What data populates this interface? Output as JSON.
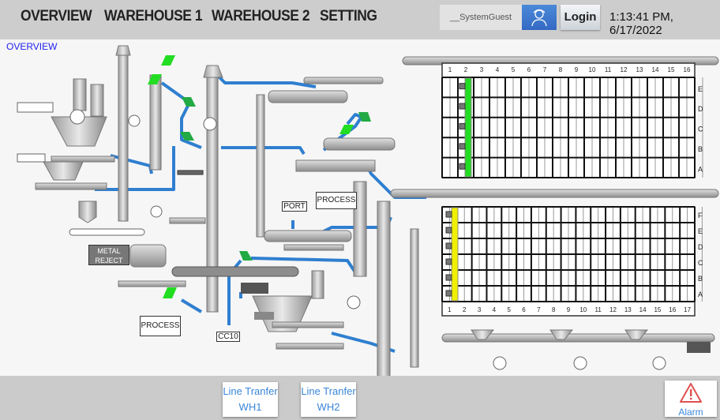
{
  "header": {
    "nav": [
      {
        "label": "OVERVIEW"
      },
      {
        "label": "WAREHOUSE 1"
      },
      {
        "label": "WAREHOUSE 2"
      },
      {
        "label": "SETTING"
      }
    ],
    "user": "__SystemGuest",
    "user_icon": "user-avatar-icon",
    "login_label": "Login",
    "datetime": "1:13:41 PM, 6/17/2022"
  },
  "main": {
    "breadcrumb": "OVERVIEW",
    "labels": {
      "process1": "PROCESS",
      "process2": "PROCESS",
      "port": "PORT",
      "cc10": "CC10",
      "metal_reject_1": "METAL",
      "metal_reject_2": "REJECT"
    },
    "rack_top": {
      "columns": [
        "1",
        "2",
        "3",
        "4",
        "5",
        "6",
        "7",
        "8",
        "9",
        "10",
        "11",
        "12",
        "13",
        "14",
        "15",
        "16"
      ],
      "rows": [
        "E",
        "D",
        "C",
        "B",
        "A"
      ],
      "shuttle_color": "#22dd22"
    },
    "rack_bottom": {
      "columns": [
        "1",
        "2",
        "3",
        "4",
        "5",
        "6",
        "7",
        "8",
        "9",
        "10",
        "11",
        "12",
        "13",
        "14",
        "15",
        "16",
        "17"
      ],
      "rows": [
        "F",
        "E",
        "D",
        "C",
        "B",
        "A"
      ],
      "shuttle_color": "#f0f000"
    },
    "colors": {
      "pipe": "#2f7fd0",
      "diverter": "#22cc33",
      "accent": "#3a86d8"
    }
  },
  "footer": {
    "wh1": [
      "Line Tranfer",
      "WH1"
    ],
    "wh2": [
      "Line Tranfer",
      "WH2"
    ],
    "alarm_label": "Alarm",
    "alarm_icon": "warning-triangle-icon"
  }
}
